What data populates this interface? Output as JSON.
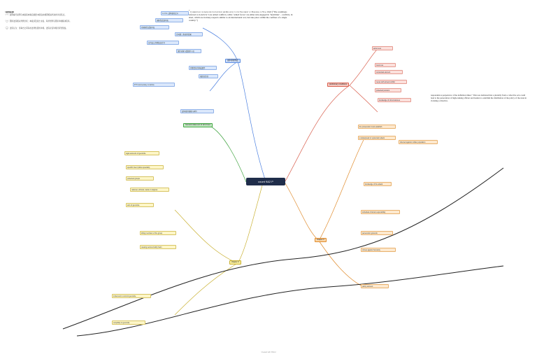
{
  "central": {
    "label": "count 9&2 P"
  },
  "left_note": {
    "heading": "【案例来源】",
    "para1": "（一）案例编号说明与本案基本事实摘要 本篇旨在梳理相关判决的争议焦点。",
    "para2": "（二）国际法院相关判例分析：本案涉及领土主权、海洋划界与国际争端解决程序。",
    "para3": "（三）法院认为：当事方之间存在法律性质的争端，法院对该争端具有管辖权。"
  },
  "citation": {
    "marker": "7",
    "title": "Commentary on Genocide Convention: Ad Relation to the Treatment of Prisoners of War",
    "body": "1943 (“The conditions referred to in Article 3 are armed conflicts, while ‘armed forces’ are either side engaged in ‘hostilities’ – conflicts, in short, which are in many respects similar to an international war, but take place within the confines of a single country.”)"
  },
  "right_quote": {
    "body": "respondent as perpetrator of the definition times.” This was indicated that a plurality from a collective acts could lead to the persecution of high-ranking officers and leaders to establish the distribution of the policy of the state in violating a directive."
  },
  "branches": {
    "blue": "战争罪的界定",
    "red": "preliminary conditions",
    "orange": "chapter II",
    "yellow": "chapter 3",
    "green": "General statement of all crimes"
  },
  "nodes_blue": [
    "1.2.3.4. 战争罪的定义",
    "国际性武装冲突",
    "非国际性武装冲突",
    "共同第三条适用范围",
    "日内瓦公约附加议定书",
    "保护对象与受保护人员",
    "刑事责任的构成要件",
    "指挥官责任",
    "IHT Commentary on Article",
    "战争罪的管辖与审判"
  ],
  "nodes_red": [
    "actus reus",
    "mens rea",
    "contextual element",
    "nexus with armed conflict",
    "protected persons",
    "knowledge of circumstances"
  ],
  "nodes_orange": [
    "the prosecution must establish",
    "a widespread or systematic attack",
    "directed against civilian population",
    "knowledge of the attack",
    "individual criminal responsibility",
    "persecution grounds",
    "crimes against humanity",
    "policy element"
  ],
  "nodes_yellow": [
    "legal elements of genocide",
    "specific intent (dolus specialis)",
    "protected groups",
    "national, ethnical, racial or religious",
    "acts of genocide",
    "killing members of the group",
    "causing serious bodily harm",
    "incitement to commit genocide",
    "complicity in genocide"
  ],
  "footer": "Created with XMind"
}
